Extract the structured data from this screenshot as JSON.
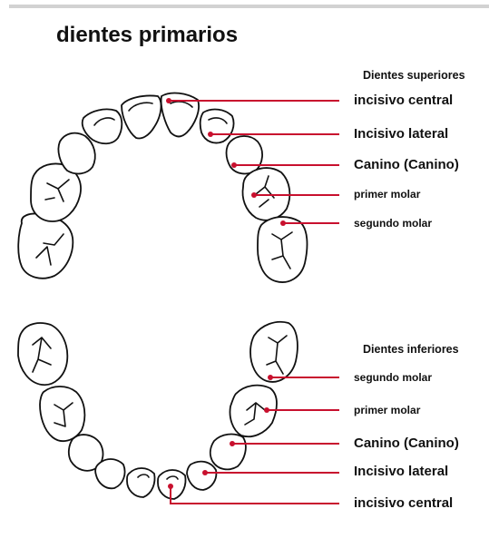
{
  "title": "dientes primarios",
  "upper": {
    "section_label": "Dientes superiores",
    "labels": [
      "incisivo central",
      "Incisivo lateral",
      "Canino (Canino)",
      "primer molar",
      "segundo molar"
    ]
  },
  "lower": {
    "section_label": "Dientes inferiores",
    "labels": [
      "segundo molar",
      "primer molar",
      "Canino (Canino)",
      "Incisivo lateral",
      "incisivo central"
    ]
  },
  "colors": {
    "leader": "#c8102e",
    "outline": "#111111",
    "divider": "#d2d2d2"
  }
}
